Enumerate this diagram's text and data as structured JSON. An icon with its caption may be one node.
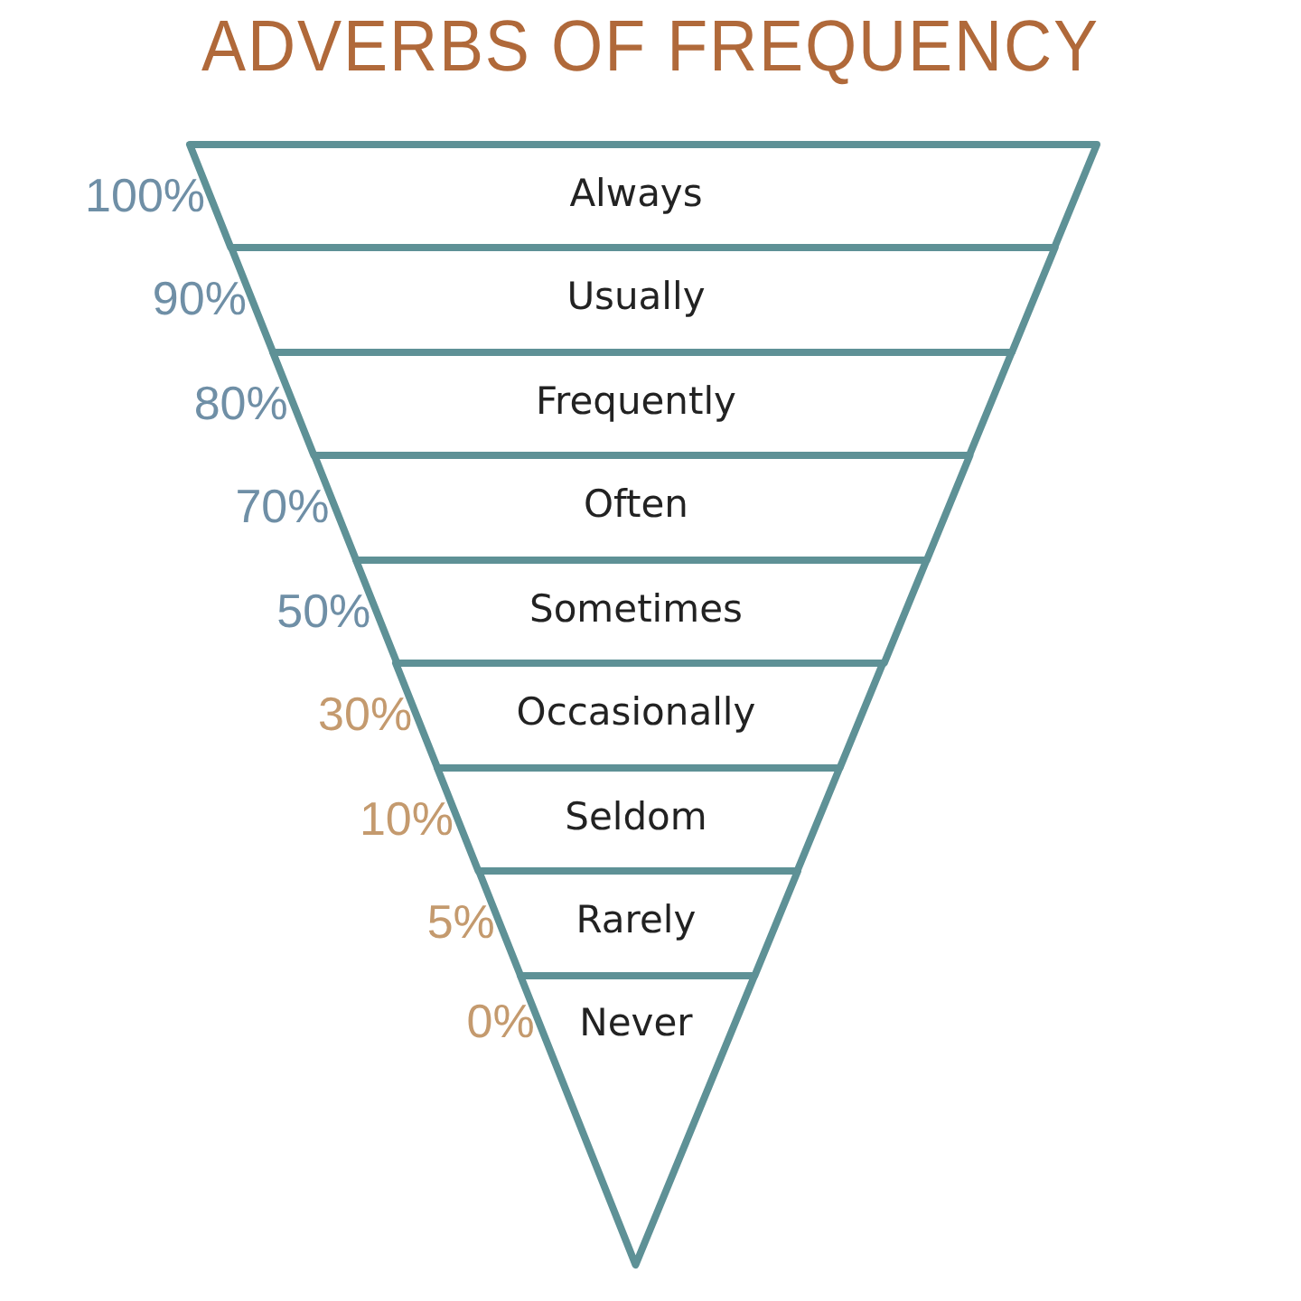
{
  "diagram": {
    "title": "ADVERBS OF FREQUENCY",
    "nodes": [
      {
        "text": [
          "Always"
        ],
        "beside": [
          "100%"
        ]
      },
      {
        "text": [
          "Usually"
        ],
        "beside": [
          "90%"
        ]
      },
      {
        "text": [
          "Frequently"
        ],
        "beside": [
          "80%"
        ]
      },
      {
        "text": [
          "Often"
        ],
        "beside": [
          "70%"
        ]
      },
      {
        "text": [
          "Sometimes"
        ],
        "beside": [
          "50%"
        ]
      },
      {
        "text": [
          "Occasionally"
        ],
        "beside": [
          "30%"
        ]
      },
      {
        "text": [
          "Seldom"
        ],
        "beside": [
          "10%"
        ]
      },
      {
        "text": [
          "Rarely"
        ],
        "beside": [
          "5%"
        ]
      },
      {
        "text": [
          "Never"
        ],
        "beside": [
          "0%"
        ]
      }
    ]
  }
}
